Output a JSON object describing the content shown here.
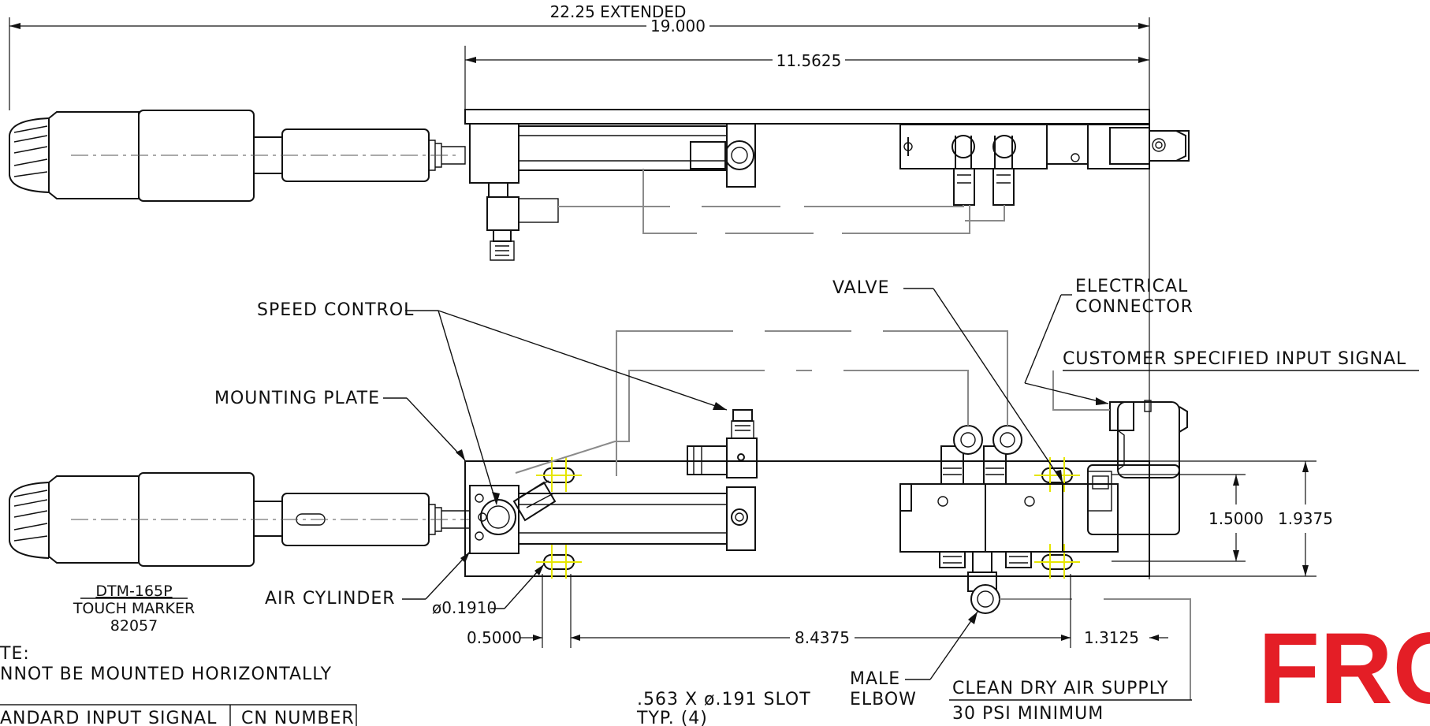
{
  "colors": {
    "line": "#111111",
    "hose": "#8a8a8a",
    "slot_marker": "#e6e600",
    "watermark": "#e41e26",
    "background": "#ffffff"
  },
  "dimensions": {
    "extended": "22.25 EXTENDED",
    "overall": "19.000",
    "top_span": "11.5625",
    "height_inner": "1.5000",
    "height_outer": "1.9375",
    "left_offset": "0.5000",
    "slot_span": "8.4375",
    "right_offset": "1.3125",
    "hole_dia": "ø0.1910"
  },
  "labels": {
    "speed_control": "SPEED CONTROL",
    "mounting_plate": "MOUNTING PLATE",
    "air_cylinder": "AIR CYLINDER",
    "valve": "VALVE",
    "electrical_connector_1": "ELECTRICAL",
    "electrical_connector_2": "CONNECTOR",
    "customer_signal": "CUSTOMER SPECIFIED INPUT SIGNAL",
    "male_elbow_1": "MALE",
    "male_elbow_2": "ELBOW",
    "air_supply": "CLEAN DRY AIR SUPPLY",
    "air_pressure": "30 PSI MINIMUM",
    "slot_1": ".563 X ø.191 SLOT",
    "slot_2": "TYP. (4)",
    "model": "DTM-165P",
    "product": "TOUCH MARKER",
    "part_number": "82057"
  },
  "note": {
    "heading": "TE:",
    "text": "NNOT BE MOUNTED HORIZONTALLY"
  },
  "table": {
    "col_1": "ANDARD INPUT SIGNAL",
    "col_2": "CN NUMBER"
  },
  "watermark": "FRO"
}
